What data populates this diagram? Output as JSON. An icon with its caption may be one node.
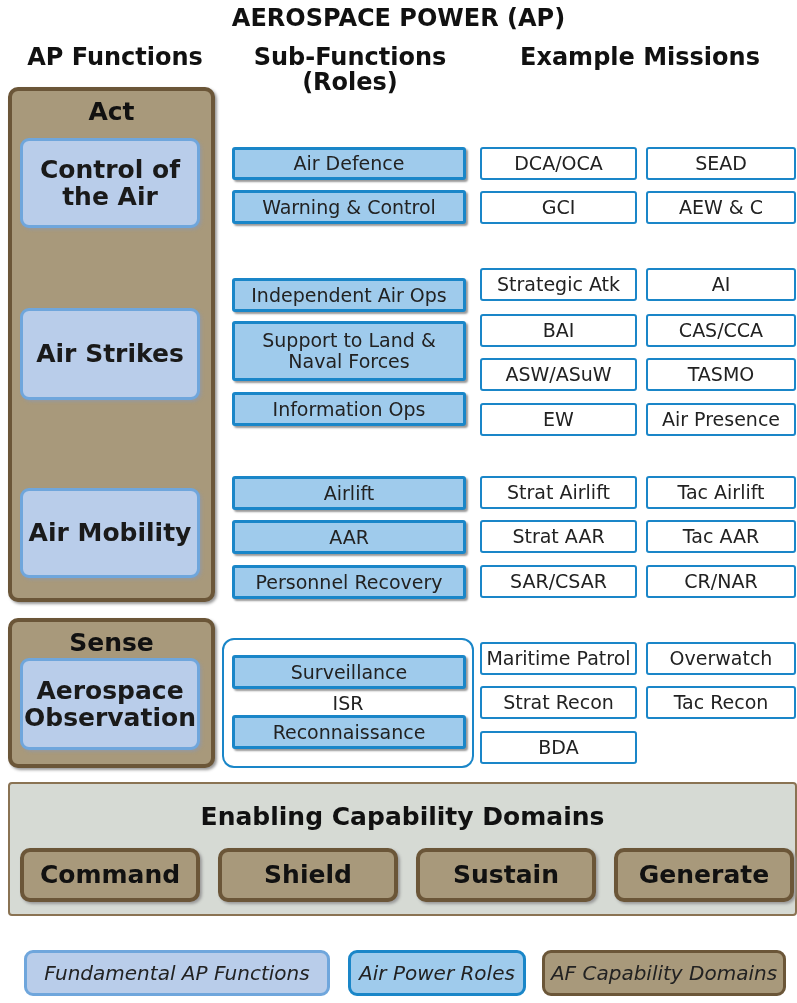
{
  "diagram": {
    "title": "AEROSPACE POWER (AP)",
    "nodes": [
      {
        "text": [
          "Act"
        ]
      },
      {
        "text": [
          "Control of the Air"
        ],
        "in": 0
      },
      {
        "text": [
          "Air Strikes"
        ],
        "in": 0
      },
      {
        "text": [
          "Air Mobility"
        ],
        "in": 0
      },
      {
        "text": [
          "Air Defence"
        ]
      },
      {
        "text": [
          "Warning & Control"
        ]
      },
      {
        "text": [
          "Independent Air Ops"
        ]
      },
      {
        "text": [
          "Support to Land & Naval Forces"
        ]
      },
      {
        "text": [
          "Information Ops"
        ]
      },
      {
        "text": [
          "Airlift"
        ]
      },
      {
        "text": [
          "AAR"
        ]
      },
      {
        "text": [
          "Personnel Recovery"
        ]
      },
      {
        "text": [
          "DCA/OCA"
        ]
      },
      {
        "text": [
          "SEAD"
        ]
      },
      {
        "text": [
          "GCI"
        ]
      },
      {
        "text": [
          "AEW & C"
        ]
      },
      {
        "text": [
          "Strategic Atk"
        ]
      },
      {
        "text": [
          "AI"
        ]
      },
      {
        "text": [
          "BAI"
        ]
      },
      {
        "text": [
          "CAS/CCA"
        ]
      },
      {
        "text": [
          "ASW/ASuW"
        ]
      },
      {
        "text": [
          "TASMO"
        ]
      },
      {
        "text": [
          "EW"
        ]
      },
      {
        "text": [
          "Air Presence"
        ]
      },
      {
        "text": [
          "Strat Airlift"
        ]
      },
      {
        "text": [
          "Tac Airlift"
        ]
      },
      {
        "text": [
          "Strat AAR"
        ]
      },
      {
        "text": [
          "Tac AAR"
        ]
      },
      {
        "text": [
          "SAR/CSAR"
        ]
      },
      {
        "text": [
          "CR/NAR"
        ]
      },
      {
        "text": [
          "Sense"
        ]
      },
      {
        "text": [
          "Aerospace Observation"
        ],
        "in": 30
      },
      {
        "text": [
          "ISR"
        ]
      },
      {
        "text": [
          "Surveillance"
        ],
        "in": 32
      },
      {
        "text": [
          "Reconnaissance"
        ],
        "in": 32
      },
      {
        "text": [
          "Maritime Patrol"
        ]
      },
      {
        "text": [
          "Overwatch"
        ]
      },
      {
        "text": [
          "Strat Recon"
        ]
      },
      {
        "text": [
          "Tac Recon"
        ]
      },
      {
        "text": [
          "BDA"
        ]
      },
      {
        "text": [
          "Enabling Capability Domains"
        ]
      },
      {
        "text": [
          "Command"
        ],
        "in": 40
      },
      {
        "text": [
          "Shield"
        ],
        "in": 40
      },
      {
        "text": [
          "Sustain"
        ],
        "in": 40
      },
      {
        "text": [
          "Generate"
        ],
        "in": 40
      }
    ],
    "labels": [
      "AP Functions",
      "Sub-Functions (Roles)",
      "Example Missions"
    ],
    "legend": [
      {
        "text": "Fundamental AP Functions",
        "color": "#b9cdea"
      },
      {
        "text": "Air Power Roles",
        "color": "#9fcbec"
      },
      {
        "text": "AF Capability Domains",
        "color": "#a8997b"
      }
    ]
  }
}
